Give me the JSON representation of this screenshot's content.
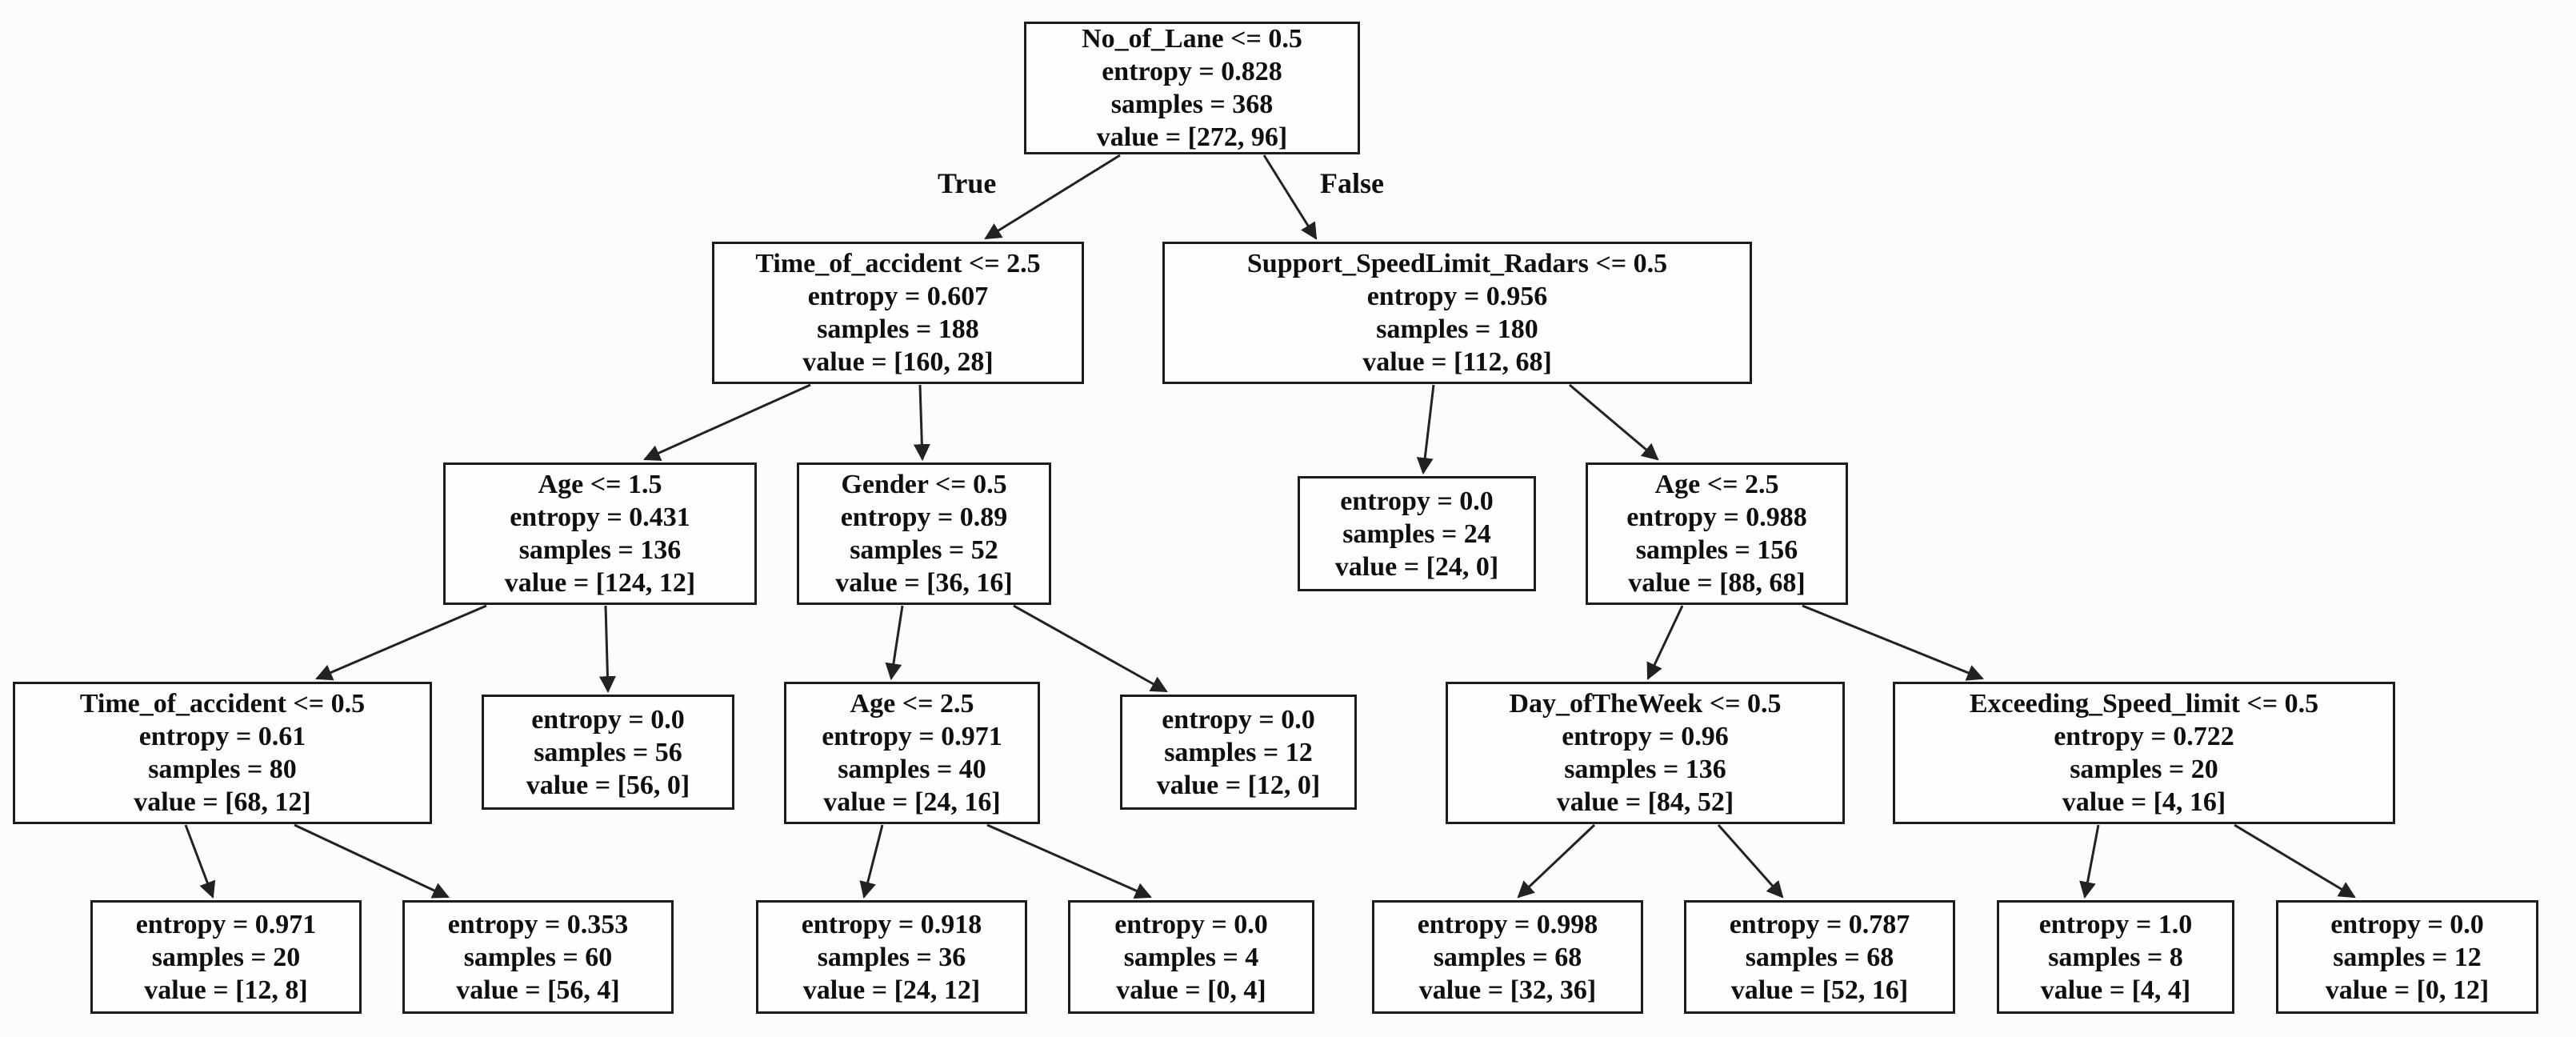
{
  "tree": {
    "type": "decision-tree-diagram",
    "colors": {
      "node_border": "#1d1d1d",
      "node_fill": "#fefefe",
      "text": "#0f0f0f",
      "edge": "#222222",
      "background": "#fcfcfc"
    },
    "edge_labels": {
      "true_label": "True",
      "false_label": "False"
    },
    "nodes": [
      {
        "id": "no-of-lane",
        "lines": [
          "No_of_Lane <= 0.5",
          "entropy = 0.828",
          "samples = 368",
          "value = [272, 96]"
        ]
      },
      {
        "id": "time-of-accident-2-5",
        "lines": [
          "Time_of_accident <= 2.5",
          "entropy = 0.607",
          "samples = 188",
          "value = [160, 28]"
        ]
      },
      {
        "id": "support-speedlimit-radars",
        "lines": [
          "Support_SpeedLimit_Radars <= 0.5",
          "entropy = 0.956",
          "samples = 180",
          "value = [112, 68]"
        ]
      },
      {
        "id": "age-1-5",
        "lines": [
          "Age <= 1.5",
          "entropy = 0.431",
          "samples = 136",
          "value = [124, 12]"
        ]
      },
      {
        "id": "gender-0-5",
        "lines": [
          "Gender <= 0.5",
          "entropy = 0.89",
          "samples = 52",
          "value = [36, 16]"
        ]
      },
      {
        "id": "leaf-24-0",
        "lines": [
          "entropy = 0.0",
          "samples = 24",
          "value = [24, 0]"
        ]
      },
      {
        "id": "age-2-5",
        "lines": [
          "Age <= 2.5",
          "entropy = 0.988",
          "samples = 156",
          "value = [88, 68]"
        ]
      },
      {
        "id": "time-of-accident-0-5",
        "lines": [
          "Time_of_accident <= 0.5",
          "entropy = 0.61",
          "samples = 80",
          "value = [68, 12]"
        ]
      },
      {
        "id": "leaf-56-0",
        "lines": [
          "entropy = 0.0",
          "samples = 56",
          "value = [56, 0]"
        ]
      },
      {
        "id": "age-2-5-b",
        "lines": [
          "Age <= 2.5",
          "entropy = 0.971",
          "samples = 40",
          "value = [24, 16]"
        ]
      },
      {
        "id": "leaf-12-0",
        "lines": [
          "entropy = 0.0",
          "samples = 12",
          "value = [12, 0]"
        ]
      },
      {
        "id": "day-of-the-week",
        "lines": [
          "Day_ofTheWeek <= 0.5",
          "entropy = 0.96",
          "samples = 136",
          "value = [84, 52]"
        ]
      },
      {
        "id": "exceeding-speed-limit",
        "lines": [
          "Exceeding_Speed_limit <= 0.5",
          "entropy = 0.722",
          "samples = 20",
          "value = [4, 16]"
        ]
      },
      {
        "id": "leaf-12-8",
        "lines": [
          "entropy = 0.971",
          "samples = 20",
          "value = [12, 8]"
        ]
      },
      {
        "id": "leaf-56-4",
        "lines": [
          "entropy = 0.353",
          "samples = 60",
          "value = [56, 4]"
        ]
      },
      {
        "id": "leaf-24-12",
        "lines": [
          "entropy = 0.918",
          "samples = 36",
          "value = [24, 12]"
        ]
      },
      {
        "id": "leaf-0-4",
        "lines": [
          "entropy = 0.0",
          "samples = 4",
          "value = [0, 4]"
        ]
      },
      {
        "id": "leaf-32-36",
        "lines": [
          "entropy = 0.998",
          "samples = 68",
          "value = [32, 36]"
        ]
      },
      {
        "id": "leaf-52-16",
        "lines": [
          "entropy = 0.787",
          "samples = 68",
          "value = [52, 16]"
        ]
      },
      {
        "id": "leaf-4-4",
        "lines": [
          "entropy = 1.0",
          "samples = 8",
          "value = [4, 4]"
        ]
      },
      {
        "id": "leaf-0-12",
        "lines": [
          "entropy = 0.0",
          "samples = 12",
          "value = [0, 12]"
        ]
      }
    ],
    "edges": [
      {
        "from": "no-of-lane",
        "to": "time-of-accident-2-5",
        "label": "True"
      },
      {
        "from": "no-of-lane",
        "to": "support-speedlimit-radars",
        "label": "False"
      },
      {
        "from": "time-of-accident-2-5",
        "to": "age-1-5"
      },
      {
        "from": "time-of-accident-2-5",
        "to": "gender-0-5"
      },
      {
        "from": "support-speedlimit-radars",
        "to": "leaf-24-0"
      },
      {
        "from": "support-speedlimit-radars",
        "to": "age-2-5"
      },
      {
        "from": "age-1-5",
        "to": "time-of-accident-0-5"
      },
      {
        "from": "age-1-5",
        "to": "leaf-56-0"
      },
      {
        "from": "gender-0-5",
        "to": "age-2-5-b"
      },
      {
        "from": "gender-0-5",
        "to": "leaf-12-0"
      },
      {
        "from": "age-2-5",
        "to": "day-of-the-week"
      },
      {
        "from": "age-2-5",
        "to": "exceeding-speed-limit"
      },
      {
        "from": "time-of-accident-0-5",
        "to": "leaf-12-8"
      },
      {
        "from": "time-of-accident-0-5",
        "to": "leaf-56-4"
      },
      {
        "from": "age-2-5-b",
        "to": "leaf-24-12"
      },
      {
        "from": "age-2-5-b",
        "to": "leaf-0-4"
      },
      {
        "from": "day-of-the-week",
        "to": "leaf-32-36"
      },
      {
        "from": "day-of-the-week",
        "to": "leaf-52-16"
      },
      {
        "from": "exceeding-speed-limit",
        "to": "leaf-4-4"
      },
      {
        "from": "exceeding-speed-limit",
        "to": "leaf-0-12"
      }
    ]
  }
}
